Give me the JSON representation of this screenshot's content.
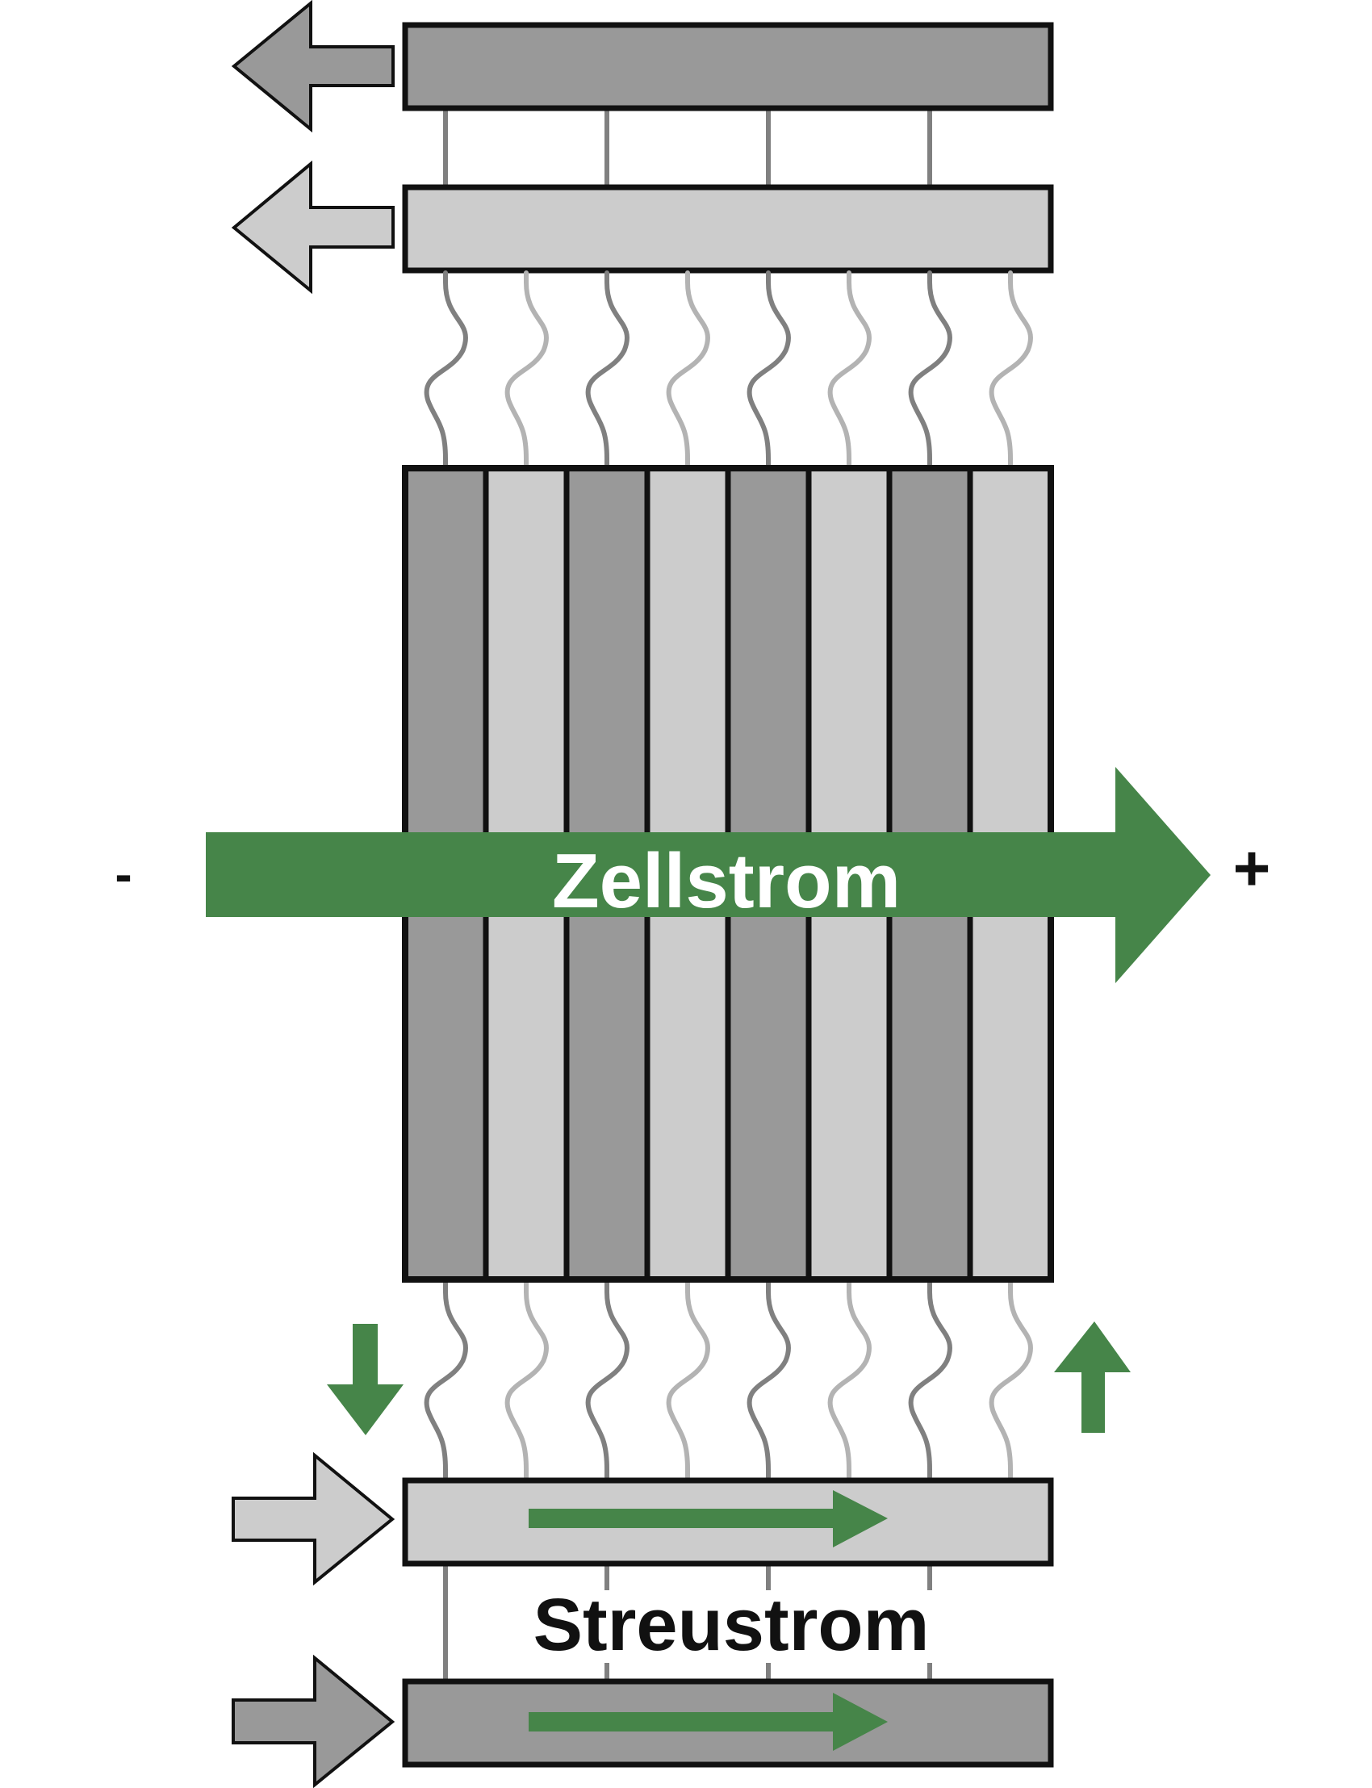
{
  "labels": {
    "cell_current": "Zellstrom",
    "stray_current": "Streustrom",
    "minus_pole": "-",
    "plus_pole": "+"
  },
  "colors": {
    "dark_gray": "#999999",
    "light_gray": "#cccccc",
    "dark_wire": "#808080",
    "light_wire": "#b3b3b3",
    "green": "#468549",
    "outline": "#111111",
    "background": "#ffffff"
  },
  "stack": {
    "cell_count": 8,
    "cell_pattern": [
      "dark",
      "light",
      "dark",
      "light",
      "dark",
      "light",
      "dark",
      "light"
    ]
  }
}
